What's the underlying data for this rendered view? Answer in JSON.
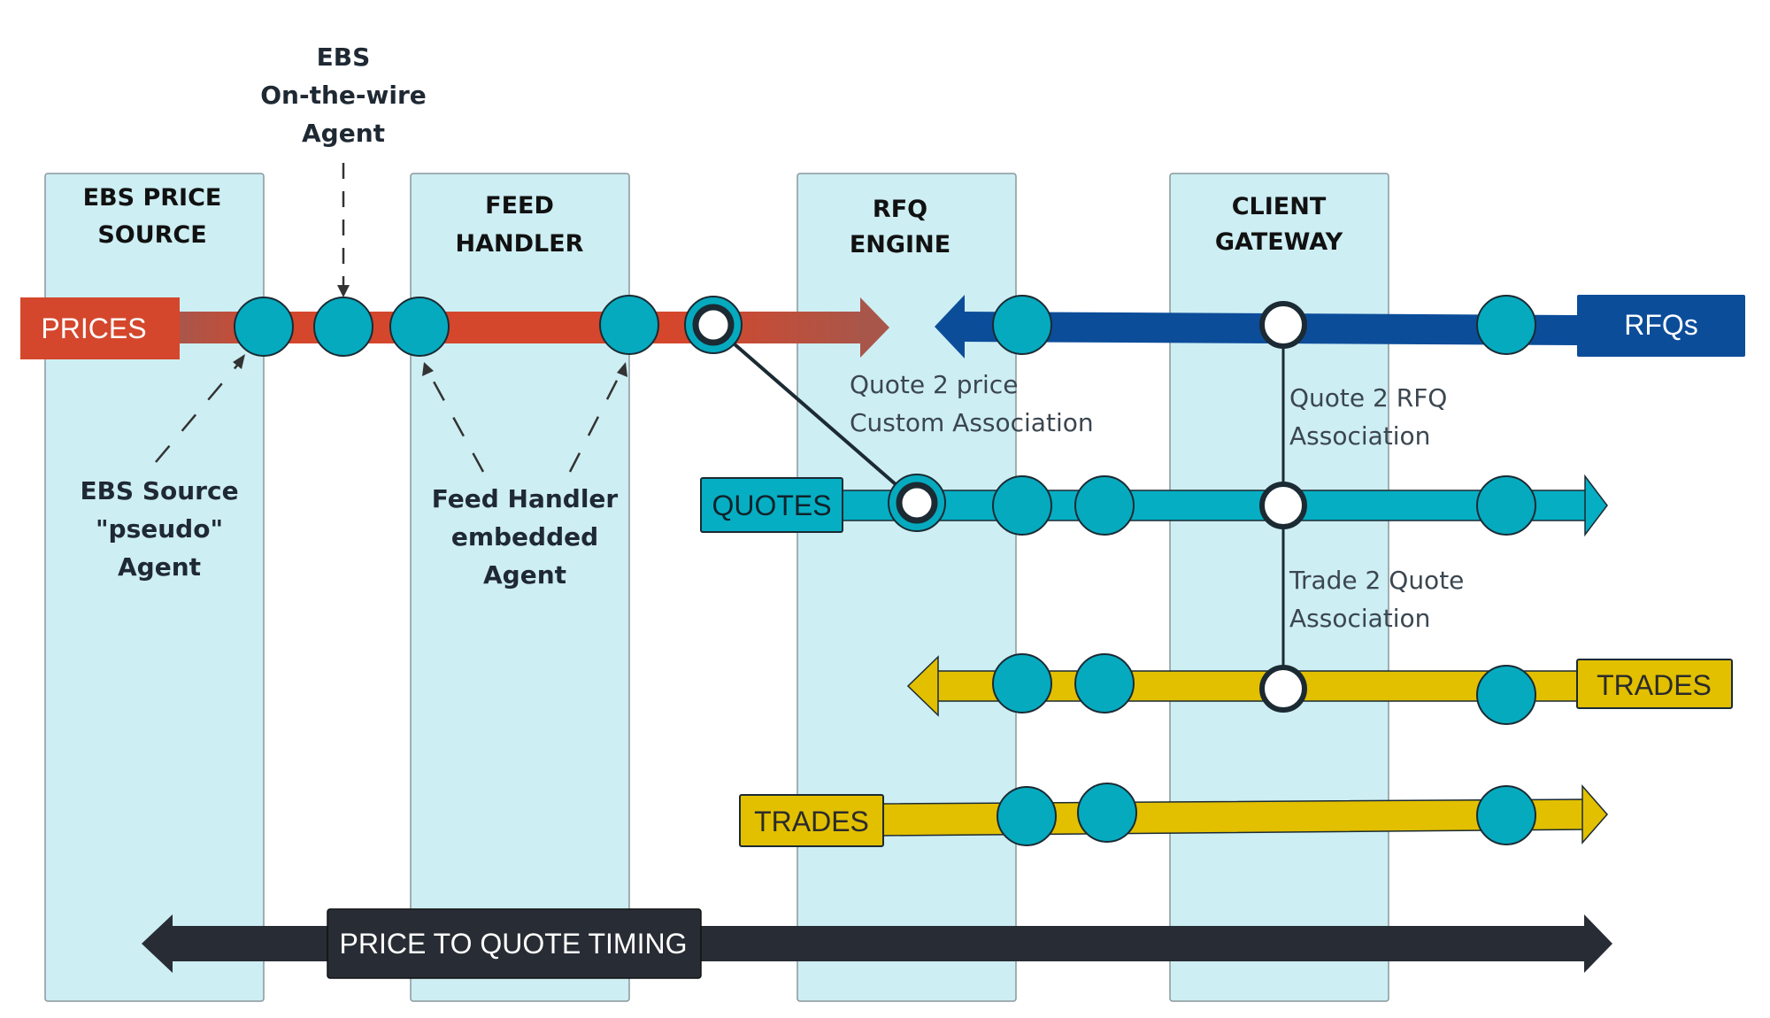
{
  "colors": {
    "column_fill": "#cdeef3",
    "column_stroke": "#8a979c",
    "prices": "#d4472c",
    "prices_fade": "#a9564a",
    "rfqs": "#0c4d9a",
    "quotes": "#06aec3",
    "trades": "#e2c000",
    "timing": "#282c34",
    "node_fill": "#05aabf",
    "node_stroke": "#1b2a33"
  },
  "columns": [
    {
      "title_line1": "EBS PRICE",
      "title_line2": "SOURCE"
    },
    {
      "title_line1": "FEED",
      "title_line2": "HANDLER"
    },
    {
      "title_line1": "RFQ",
      "title_line2": "ENGINE"
    },
    {
      "title_line1": "CLIENT",
      "title_line2": "GATEWAY"
    }
  ],
  "agents": {
    "wire": [
      "EBS",
      "On-the-wire",
      "Agent"
    ],
    "pseudo": [
      "EBS Source",
      "\"pseudo\"",
      "Agent"
    ],
    "embedded": [
      "Feed Handler",
      "embedded",
      "Agent"
    ]
  },
  "associations": {
    "quote_price": [
      "Quote 2 price",
      "Custom Association"
    ],
    "quote_rfq": [
      "Quote 2 RFQ",
      "Association"
    ],
    "trade_quote": [
      "Trade 2 Quote",
      "Association"
    ]
  },
  "flows": {
    "prices": "PRICES",
    "rfqs": "RFQs",
    "quotes": "QUOTES",
    "trades_in": "TRADES",
    "trades_out": "TRADES",
    "timing": "PRICE TO QUOTE TIMING"
  }
}
